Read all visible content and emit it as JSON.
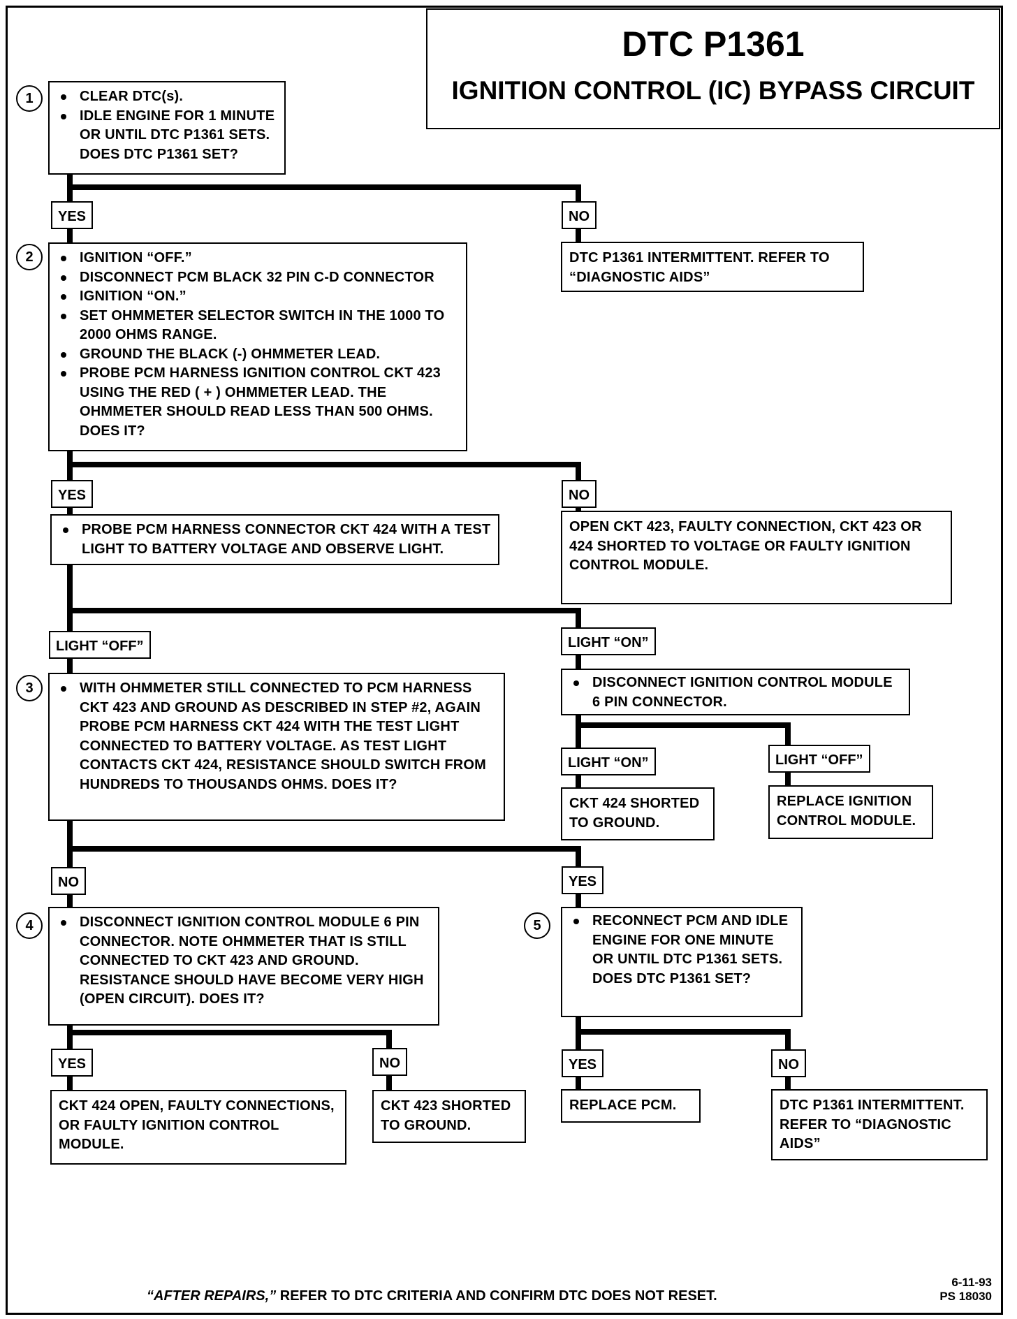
{
  "title": {
    "code": "DTC P1361",
    "name": "IGNITION CONTROL (IC) BYPASS CIRCUIT"
  },
  "steps": {
    "s1": {
      "number": "1",
      "items": [
        "CLEAR DTC(s).",
        "IDLE ENGINE FOR 1 MINUTE OR UNTIL DTC P1361 SETS. DOES DTC P1361 SET?"
      ]
    },
    "s2": {
      "number": "2",
      "items": [
        "IGNITION “OFF.”",
        "DISCONNECT PCM BLACK 32 PIN C-D CONNECTOR",
        "IGNITION “ON.”",
        "SET OHMMETER SELECTOR SWITCH IN THE 1000 TO 2000 OHMS RANGE.",
        "GROUND THE BLACK (-) OHMMETER LEAD.",
        "PROBE PCM HARNESS IGNITION CONTROL CKT 423 USING THE RED ( + ) OHMMETER LEAD.  THE OHMMETER SHOULD READ LESS THAN 500 OHMS. DOES IT?"
      ]
    },
    "probe424": {
      "items": [
        "PROBE PCM HARNESS CONNECTOR CKT 424 WITH A TEST LIGHT TO BATTERY VOLTAGE AND OBSERVE LIGHT."
      ]
    },
    "s3": {
      "number": "3",
      "items": [
        "WITH OHMMETER STILL CONNECTED TO PCM HARNESS CKT 423 AND GROUND AS DESCRIBED IN STEP #2, AGAIN PROBE PCM HARNESS CKT 424 WITH THE TEST LIGHT CONNECTED TO BATTERY VOLTAGE.  AS TEST LIGHT CONTACTS CKT 424, RESISTANCE SHOULD SWITCH FROM HUNDREDS TO THOUSANDS OHMS. DOES IT?"
      ]
    },
    "disconnect6pin": {
      "items": [
        "DISCONNECT IGNITION CONTROL MODULE 6 PIN CONNECTOR."
      ]
    },
    "s4": {
      "number": "4",
      "items": [
        "DISCONNECT IGNITION CONTROL MODULE 6 PIN CONNECTOR.  NOTE OHMMETER THAT IS STILL CONNECTED TO CKT 423 AND GROUND. RESISTANCE SHOULD HAVE BECOME VERY HIGH (OPEN CIRCUIT). DOES IT?"
      ]
    },
    "s5": {
      "number": "5",
      "items": [
        "RECONNECT PCM AND IDLE ENGINE FOR ONE MINUTE OR UNTIL DTC P1361 SETS. DOES DTC P1361 SET?"
      ]
    }
  },
  "results": {
    "intermittent_top": "DTC P1361 INTERMITTENT.  REFER TO “DIAGNOSTIC AIDS”",
    "open423": "OPEN CKT 423, FAULTY CONNECTION, CKT 423 OR 424 SHORTED TO  VOLTAGE OR FAULTY IGNITION CONTROL MODULE.",
    "short424": "CKT 424  SHORTED TO GROUND.",
    "replace_icm": "REPLACE IGNITION CONTROL MODULE.",
    "open424": "CKT 424 OPEN, FAULTY CONNECTIONS, OR FAULTY IGNITION CONTROL MODULE.",
    "short423": "CKT 423  SHORTED TO GROUND.",
    "replace_pcm": "REPLACE PCM.",
    "intermittent_bottom": "DTC P1361 INTERMITTENT. REFER TO “DIAGNOSTIC AIDS”"
  },
  "labels": {
    "yes": "YES",
    "no": "NO",
    "light_off": "LIGHT “OFF”",
    "light_on": "LIGHT “ON”"
  },
  "footer": {
    "emph": "“AFTER REPAIRS,”",
    "rest": " REFER TO DTC CRITERIA  AND CONFIRM DTC DOES NOT RESET.",
    "date": "6-11-93",
    "ref": "PS 18030"
  }
}
